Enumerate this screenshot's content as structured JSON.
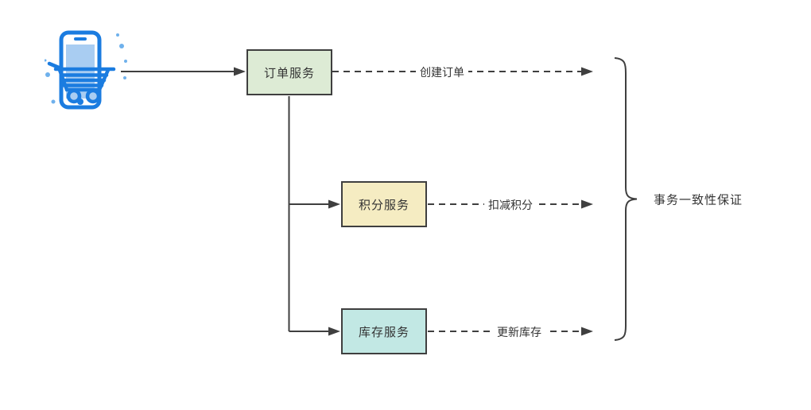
{
  "diagram": {
    "title_hint": "transaction-consistency-microservices-diagram",
    "client": {
      "icon": "mobile-shopping-cart-icon"
    },
    "nodes": [
      {
        "id": "order",
        "label": "订单服务",
        "fill": "#ddebd5"
      },
      {
        "id": "points",
        "label": "积分服务",
        "fill": "#f5ecc2"
      },
      {
        "id": "inventory",
        "label": "库存服务",
        "fill": "#c2e8e4"
      }
    ],
    "edges": [
      {
        "from": "client",
        "to": "order",
        "label": "",
        "style": "solid"
      },
      {
        "from": "order",
        "to": "points",
        "label": "",
        "style": "solid"
      },
      {
        "from": "order",
        "to": "inventory",
        "label": "",
        "style": "solid"
      },
      {
        "from": "order",
        "action": "创建订单",
        "style": "dashed"
      },
      {
        "from": "points",
        "action": "扣减积分",
        "style": "dashed"
      },
      {
        "from": "inventory",
        "action": "更新库存",
        "style": "dashed"
      }
    ],
    "brace": {
      "label": "事务一致性保证"
    }
  },
  "colors": {
    "line": "#3f3f3f",
    "text": "#333333",
    "order_fill": "#ddebd5",
    "points_fill": "#f5ecc2",
    "inventory_fill": "#c2e8e4",
    "icon_blue": "#1b7ce0",
    "icon_light": "#a9cdf2",
    "icon_dot": "#6fb1ec"
  }
}
